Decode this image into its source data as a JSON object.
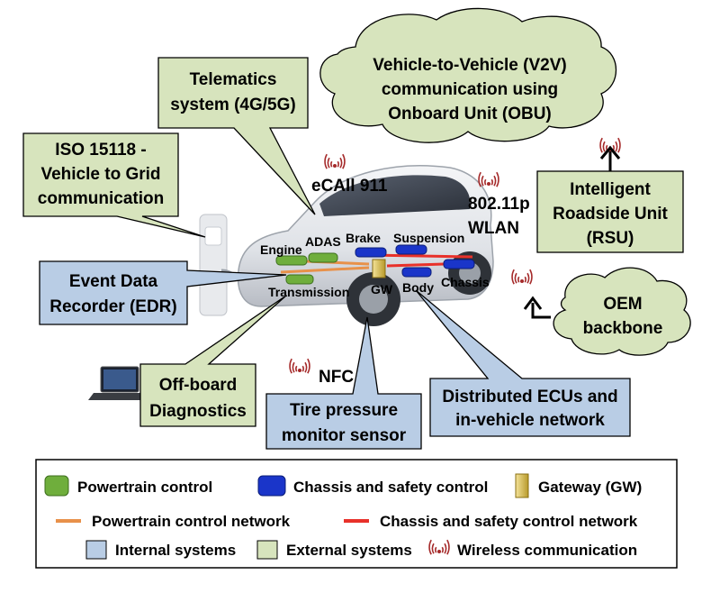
{
  "colors": {
    "internal_fill": "#b9cde5",
    "external_fill": "#d7e4bd",
    "powertrain_ecu": "#6fae3c",
    "chassis_ecu": "#1a35c9",
    "gateway": "#c9b340",
    "powertrain_net": "#e8914a",
    "chassis_net": "#e8312a",
    "wireless": "#a52a2a"
  },
  "callouts": {
    "telematics": [
      "Telematics",
      "system (4G/5G)"
    ],
    "iso15118": [
      "ISO 15118 -",
      "Vehicle to Grid",
      "communication"
    ],
    "edr": [
      "Event Data",
      "Recorder (EDR)"
    ],
    "offboard": [
      "Off-board",
      "Diagnostics"
    ],
    "tire": [
      "Tire pressure",
      "monitor sensor"
    ],
    "distributed": [
      "Distributed ECUs and",
      "in-vehicle network"
    ],
    "rsu": [
      "Intelligent",
      "Roadside Unit",
      "(RSU)"
    ],
    "v2v": [
      "Vehicle-to-Vehicle (V2V)",
      "communication using",
      "Onboard Unit (OBU)"
    ],
    "oem": [
      "OEM",
      "backbone"
    ]
  },
  "car_labels": {
    "ecall": "eCAll 911",
    "wlan": [
      "802.11p",
      "WLAN"
    ],
    "nfc": "NFC",
    "engine": "Engine",
    "adas": "ADAS",
    "brake": "Brake",
    "suspension": "Suspension",
    "transmission": "Transmission",
    "gw": "GW",
    "body": "Body",
    "chassis": "Chassis"
  },
  "legend": {
    "powertrain_control": "Powertrain control",
    "chassis_safety_control": "Chassis and safety control",
    "gateway": "Gateway (GW)",
    "powertrain_network": "Powertrain control network",
    "chassis_safety_network": "Chassis and safety control network",
    "internal_systems": "Internal systems",
    "external_systems": "External systems",
    "wireless_communication": "Wireless communication"
  }
}
